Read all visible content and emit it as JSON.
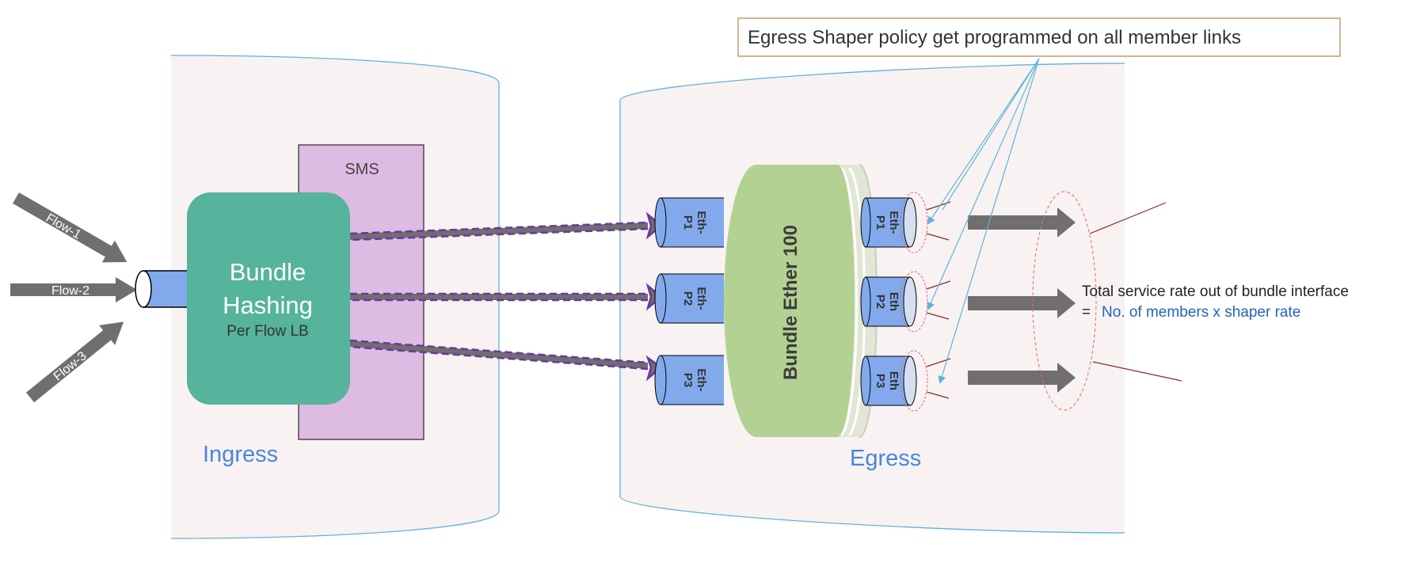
{
  "callout": "Egress Shaper policy get programmed on all member links",
  "flows": [
    "Flow-1",
    "Flow-2",
    "Flow-3"
  ],
  "sms_label": "SMS",
  "hashing": {
    "line1": "Bundle",
    "line2": "Hashing",
    "sub": "Per Flow LB"
  },
  "ingress_label": "Ingress",
  "egress_label": "Egress",
  "bundle_label": "Bundle Ether 100",
  "left_ports": [
    {
      "l1": "Eth-",
      "l2": "P1"
    },
    {
      "l1": "Eth-",
      "l2": "P2"
    },
    {
      "l1": "Eth-",
      "l2": "P3"
    }
  ],
  "right_ports": [
    {
      "l1": "Eth-",
      "l2": "P1"
    },
    {
      "l1": "Eth",
      "l2": "P2"
    },
    {
      "l1": "Eth",
      "l2": "P3"
    }
  ],
  "total_rate": {
    "line1": "Total service rate out of bundle interface",
    "eq": "=",
    "line2": "No. of members x shaper rate"
  },
  "colors": {
    "panel": "#f8f2f2",
    "panel_border": "#5fb4d6",
    "sms": "#debbe3",
    "hashing": "#56b39c",
    "port": "#82a9ec",
    "bundle": "#b3d192",
    "arrow": "#706e6e",
    "dash": "#6b36a5",
    "text_blue": "#4a86d8",
    "rate_blue": "#2266b8",
    "red_dash": "#e06b6b"
  }
}
